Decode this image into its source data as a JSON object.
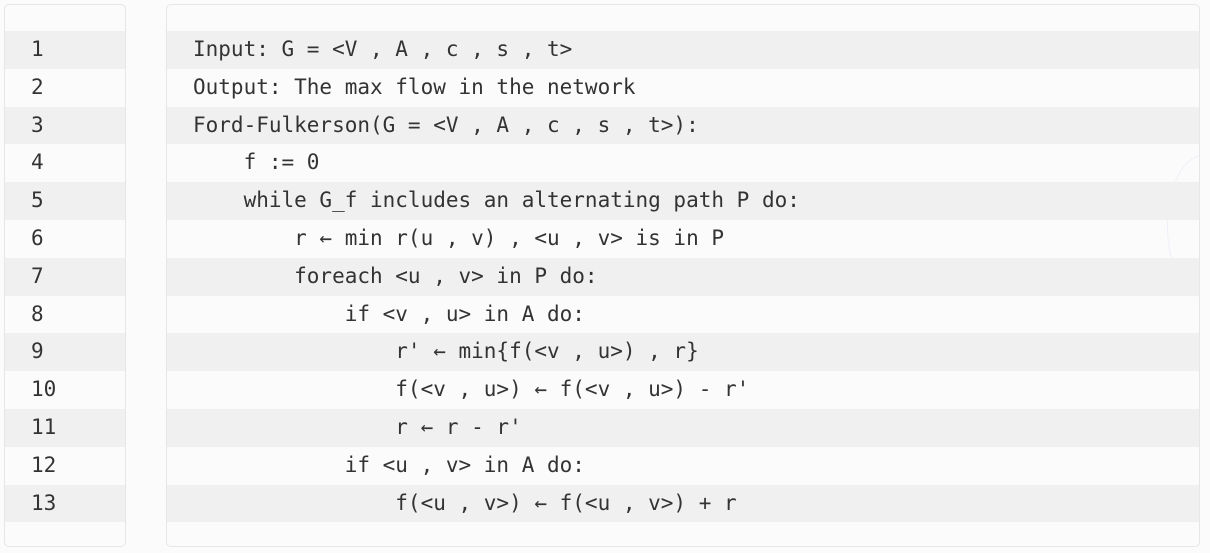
{
  "code_block": {
    "line_numbers": [
      "1",
      "2",
      "3",
      "4",
      "5",
      "6",
      "7",
      "8",
      "9",
      "10",
      "11",
      "12",
      "13"
    ],
    "lines": [
      "Input: G = <V , A , c , s , t>",
      "Output: The max flow in the network",
      "Ford-Fulkerson(G = <V , A , c , s , t>):",
      "    f := 0",
      "    while G_f includes an alternating path P do:",
      "        r ← min r(u , v) , <u , v> is in P",
      "        foreach <u , v> in P do:",
      "            if <v , u> in A do:",
      "                r' ← min{f(<v , u>) , r}",
      "                f(<v , u>) ← f(<v , u>) - r'",
      "                r ← r - r'",
      "            if <u , v> in A do:",
      "                f(<u , v>) ← f(<u , v>) + r"
    ]
  },
  "colors": {
    "text": "#333333",
    "stripe": "#f0f0f0",
    "background": "#fbfbfb",
    "border": "#e6e6e6"
  }
}
